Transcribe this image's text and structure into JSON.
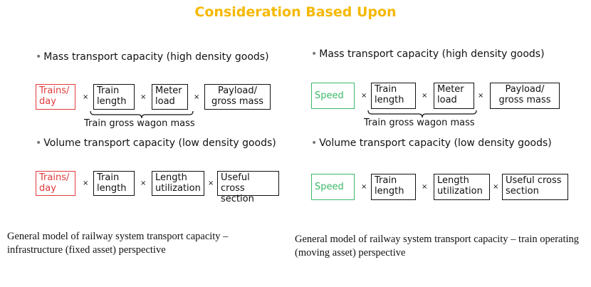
{
  "title": "Consideration Based Upon",
  "left": {
    "mass_heading": "Mass transport capacity (high density goods)",
    "mass_boxes": [
      "Trains/\nday",
      "Train\nlength",
      "Meter\nload",
      "Payload/\ngross mass"
    ],
    "brace_label": "Train gross wagon mass",
    "volume_heading": "Volume transport capacity (low density goods)",
    "volume_boxes": [
      "Trains/\nday",
      "Train\nlength",
      "Length\nutilization",
      "Useful cross\nsection"
    ],
    "caption": "General model of railway system transport capacity – infrastructure (fixed asset) perspective"
  },
  "right": {
    "mass_heading": "Mass transport capacity (high density goods)",
    "mass_boxes": [
      "Speed",
      "Train\nlength",
      "Meter\nload",
      "Payload/\ngross mass"
    ],
    "brace_label": "Train gross wagon mass",
    "volume_heading": "Volume transport capacity (low density goods)",
    "volume_boxes": [
      "Speed",
      "Train\nlength",
      "Length\nutilization",
      "Useful cross\nsection"
    ],
    "caption": "General model of railway system transport capacity – train operating (moving asset) perspective"
  },
  "operator": "×",
  "colors": {
    "title": "#f5b800",
    "trains_per_day": "#e23a3a",
    "speed": "#3cb86a"
  }
}
